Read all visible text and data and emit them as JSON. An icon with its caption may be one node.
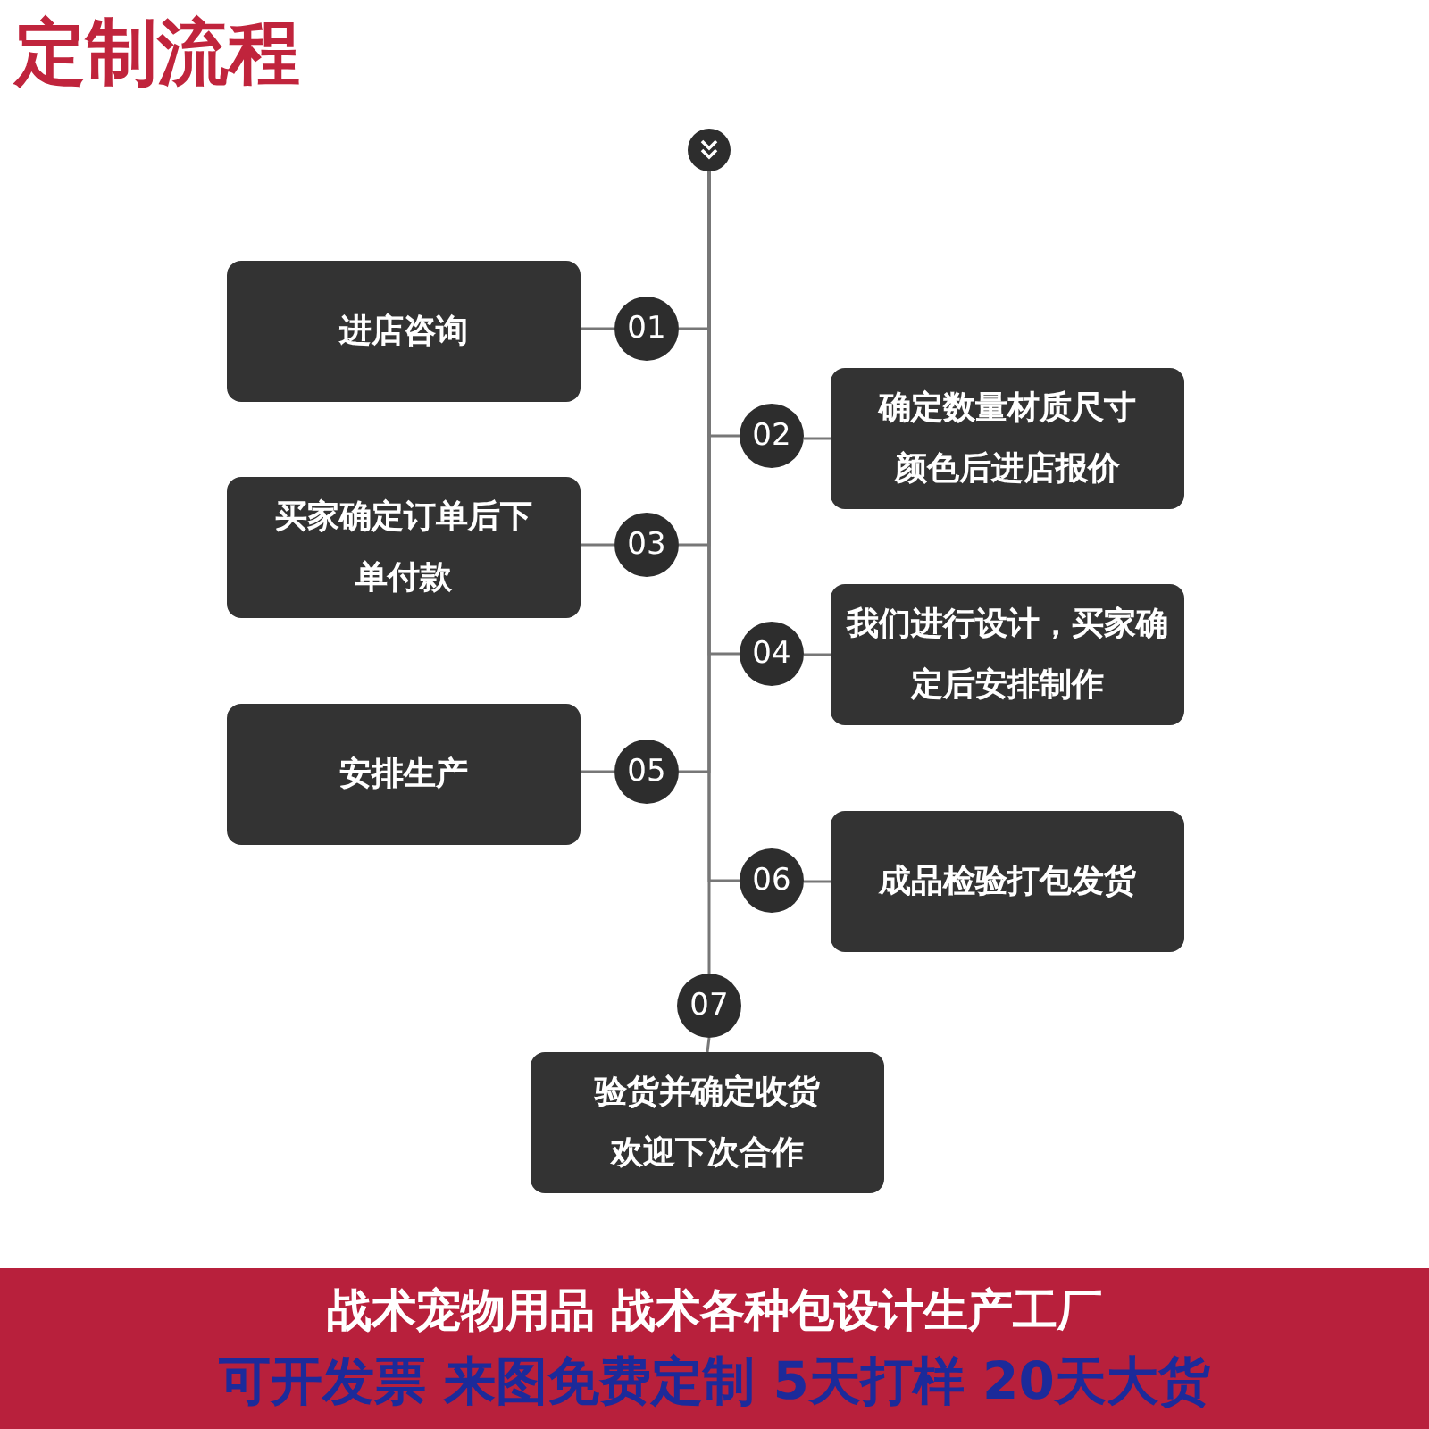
{
  "diagram": {
    "title": "定制流程",
    "nodes": [
      {
        "text": [],
        "shape": "circle"
      },
      {
        "text": [
          "进店咨询"
        ]
      },
      {
        "text": [
          "01"
        ]
      },
      {
        "text": [
          "02"
        ]
      },
      {
        "text": [
          "确定数量材质尺寸颜色后进店报价"
        ]
      },
      {
        "text": [
          "买家确定订单后下单付款"
        ]
      },
      {
        "text": [
          "03"
        ]
      },
      {
        "text": [
          "04"
        ]
      },
      {
        "text": [
          "我们进行设计，买家确定后安排制作"
        ]
      },
      {
        "text": [
          "安排生产"
        ]
      },
      {
        "text": [
          "05"
        ]
      },
      {
        "text": [
          "06"
        ]
      },
      {
        "text": [
          "成品检验打包发货"
        ]
      },
      {
        "text": [
          "07"
        ]
      },
      {
        "text": [
          "验货并确定收货欢迎下次合作"
        ]
      }
    ],
    "edges": [
      {
        "from": 0,
        "to": 2,
        "arrow": "none"
      },
      {
        "from": 0,
        "to": 3,
        "arrow": "none"
      },
      {
        "from": 0,
        "to": 6,
        "arrow": "none"
      },
      {
        "from": 0,
        "to": 7,
        "arrow": "none"
      },
      {
        "from": 0,
        "to": 10,
        "arrow": "none"
      },
      {
        "from": 0,
        "to": 11,
        "arrow": "none"
      },
      {
        "from": 0,
        "to": 13,
        "arrow": "none"
      },
      {
        "from": 1,
        "to": 2,
        "arrow": "none"
      },
      {
        "from": 3,
        "to": 4,
        "arrow": "none"
      },
      {
        "from": 5,
        "to": 6,
        "arrow": "none"
      },
      {
        "from": 7,
        "to": 8,
        "arrow": "none"
      },
      {
        "from": 9,
        "to": 10,
        "arrow": "none"
      },
      {
        "from": 11,
        "to": 12,
        "arrow": "none"
      },
      {
        "from": 13,
        "to": 14,
        "arrow": "none"
      }
    ],
    "labels": [
      "战术宠物用品 战术各种包设计生产工厂",
      "可开发票 来图免费定制 5天打样 20天大货"
    ]
  }
}
